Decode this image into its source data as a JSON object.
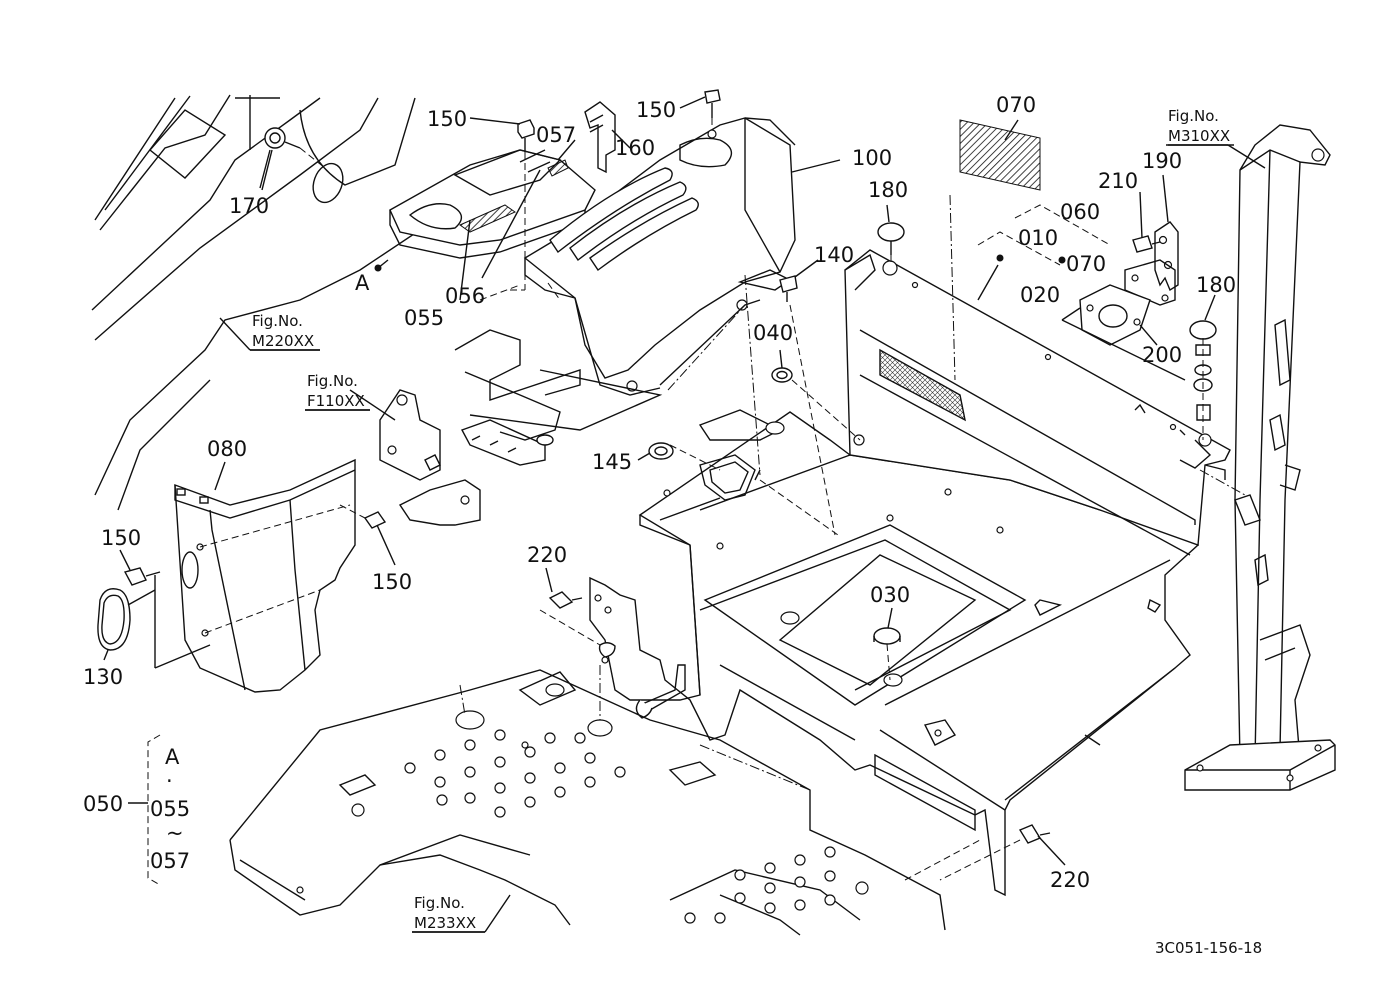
{
  "diagram_code": "3C051-156-18",
  "part_labels": [
    {
      "id": "p150a",
      "text": "150"
    },
    {
      "id": "p057",
      "text": "057"
    },
    {
      "id": "p150b",
      "text": "150"
    },
    {
      "id": "p160",
      "text": "160"
    },
    {
      "id": "p100",
      "text": "100"
    },
    {
      "id": "p070",
      "text": "070"
    },
    {
      "id": "p170",
      "text": "170"
    },
    {
      "id": "pA",
      "text": "A"
    },
    {
      "id": "p055",
      "text": "055"
    },
    {
      "id": "p056",
      "text": "056"
    },
    {
      "id": "p180a",
      "text": "180"
    },
    {
      "id": "p140",
      "text": "140"
    },
    {
      "id": "p060",
      "text": "060"
    },
    {
      "id": "p010",
      "text": "010"
    },
    {
      "id": "p070b",
      "text": "070"
    },
    {
      "id": "p020",
      "text": "020"
    },
    {
      "id": "p210",
      "text": "210"
    },
    {
      "id": "p190",
      "text": "190"
    },
    {
      "id": "p180b",
      "text": "180"
    },
    {
      "id": "p200",
      "text": "200"
    },
    {
      "id": "p040",
      "text": "040"
    },
    {
      "id": "p080",
      "text": "080"
    },
    {
      "id": "p145",
      "text": "145"
    },
    {
      "id": "p150c",
      "text": "150"
    },
    {
      "id": "p150d",
      "text": "150"
    },
    {
      "id": "p220a",
      "text": "220"
    },
    {
      "id": "p130",
      "text": "130"
    },
    {
      "id": "p030",
      "text": "030"
    },
    {
      "id": "p220b",
      "text": "220"
    },
    {
      "id": "p050",
      "text": "050"
    }
  ],
  "figure_refs": [
    {
      "id": "fM220",
      "prefix": "Fig.No.",
      "code": "M220XX"
    },
    {
      "id": "fF110",
      "prefix": "Fig.No.",
      "code": "F110XX"
    },
    {
      "id": "fM310",
      "prefix": "Fig.No.",
      "code": "M310XX"
    },
    {
      "id": "fM233",
      "prefix": "Fig.No.",
      "code": "M233XX"
    }
  ],
  "group_legend": {
    "group_number": "050",
    "line1": "A",
    "line2": "·",
    "line3": "055",
    "line4": "~",
    "line5": "057"
  }
}
